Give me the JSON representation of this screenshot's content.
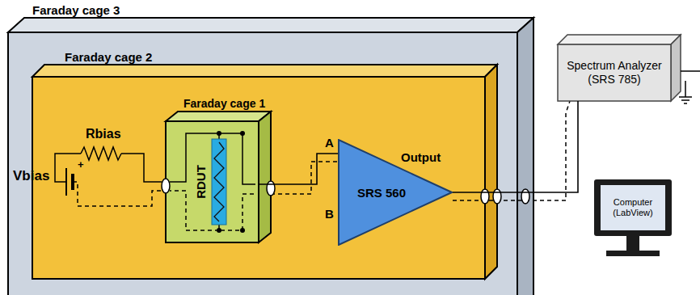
{
  "diagram": {
    "nodes": [
      {
        "text": [
          "Faraday cage 3"
        ]
      },
      {
        "text": [
          "Faraday cage 2"
        ],
        "in": 0
      },
      {
        "text": [
          "Faraday cage 1"
        ],
        "in": 1
      },
      {
        "text": [
          "RDUT"
        ],
        "in": 2
      },
      {
        "text": [
          "SRS 560"
        ],
        "in": 1
      },
      {
        "text": [
          "Spectrum Analyzer (SRS 785)"
        ]
      },
      {
        "text": [
          "Computer (LabView)"
        ]
      }
    ],
    "edges": [
      {
        "from": 2,
        "to": 4,
        "arrow": "none"
      },
      {
        "from": 4,
        "to": 5,
        "arrow": "none"
      }
    ],
    "labels": [
      "Vbias",
      "+",
      "Rbias",
      "A",
      "B",
      "Output"
    ]
  }
}
